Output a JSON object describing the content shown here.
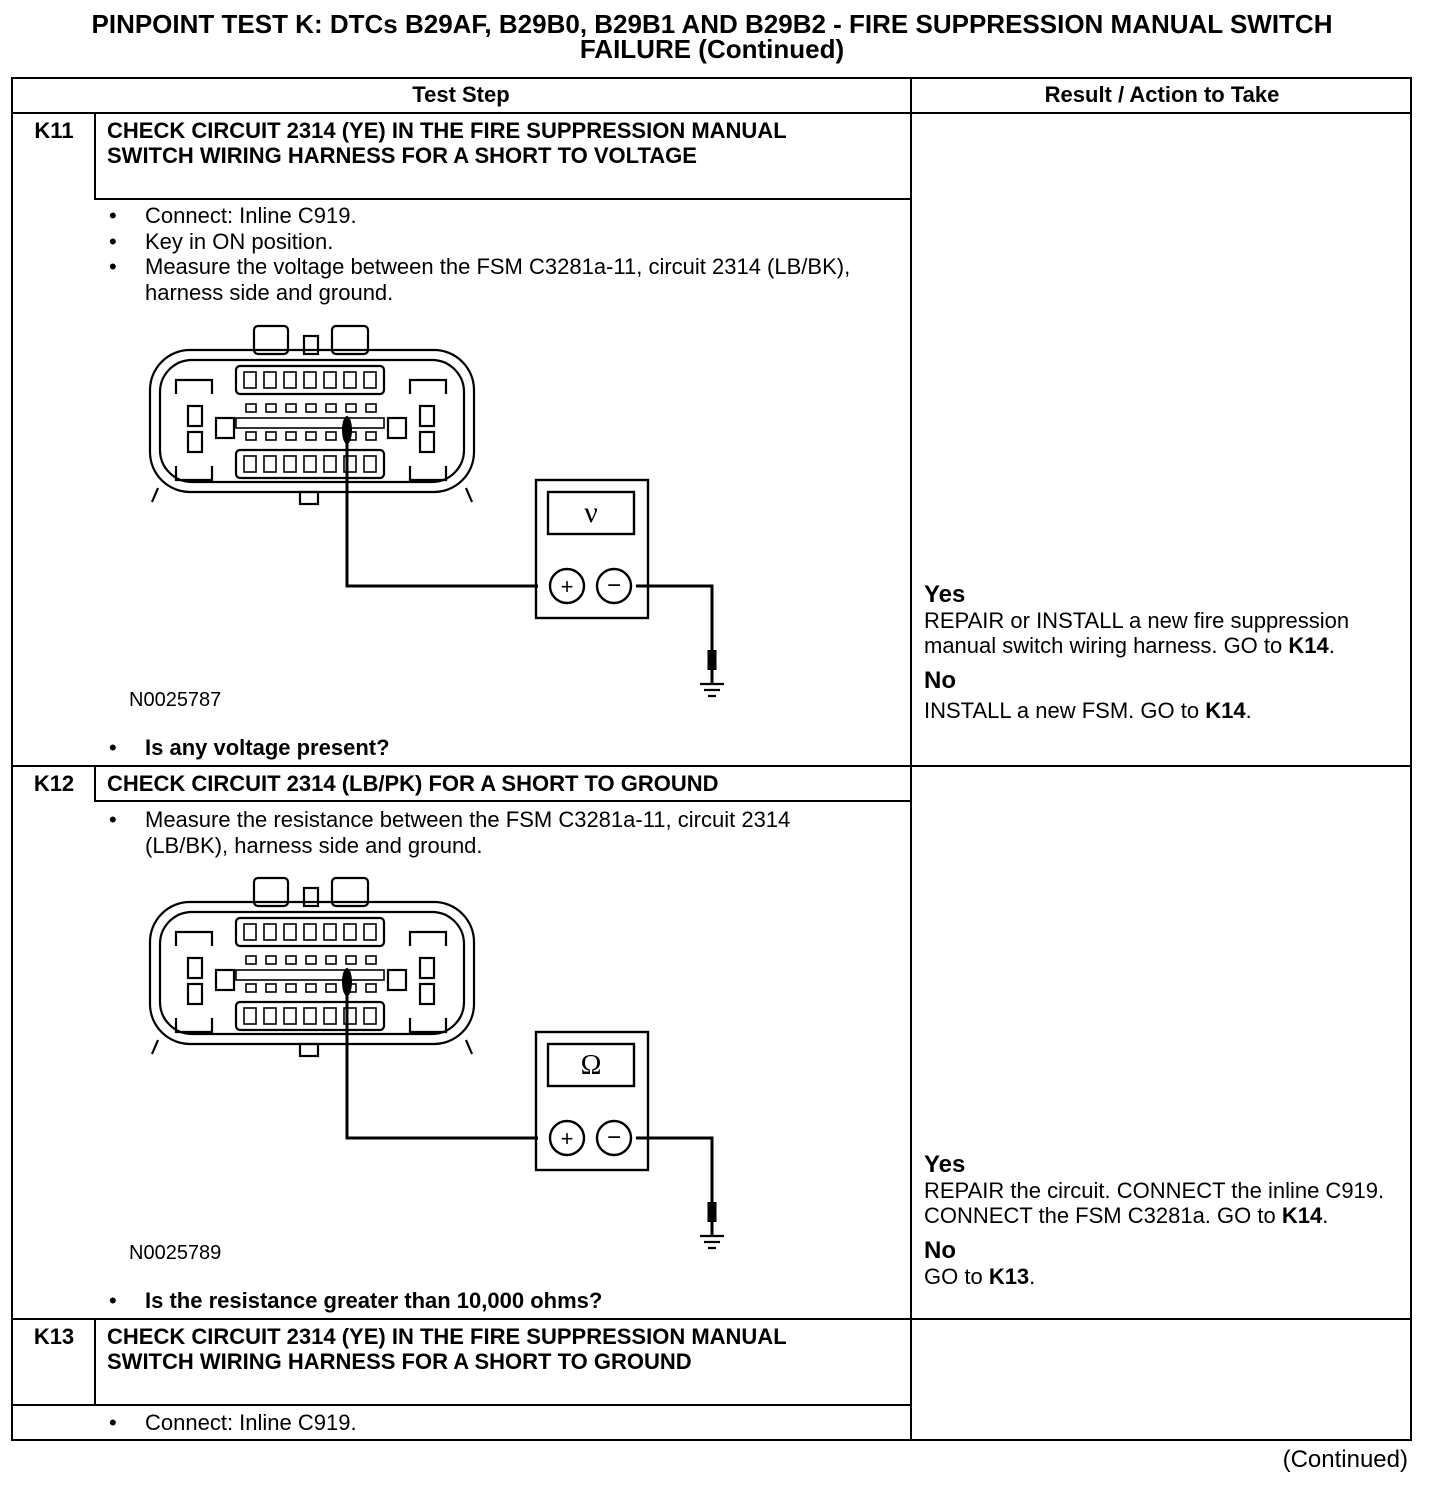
{
  "header": {
    "title_line1": "PINPOINT TEST K: DTCs B29AF, B29B0, B29B1 AND B29B2 - FIRE SUPPRESSION MANUAL SWITCH",
    "title_line2": "FAILURE (Continued)"
  },
  "table": {
    "col_test_step": "Test Step",
    "col_result": "Result / Action to Take"
  },
  "steps": [
    {
      "id": "K11",
      "title": "CHECK CIRCUIT 2314 (YE) IN THE FIRE SUPPRESSION MANUAL SWITCH WIRING HARNESS FOR A SHORT TO VOLTAGE",
      "bullets": [
        "Connect: Inline C919.",
        "Key in ON position.",
        "Measure the voltage between the FSM C3281a-11, circuit 2314 (LB/BK), harness side and ground."
      ],
      "figure_id": "N0025787",
      "meter_symbol": "V",
      "question": "Is any voltage present?",
      "yes_label": "Yes",
      "yes_text": "REPAIR or INSTALL a new fire suppression manual switch wiring harness. GO to",
      "yes_goto": "K14",
      "no_label": "No",
      "no_text": "INSTALL a new FSM. GO to",
      "no_goto": "K14"
    },
    {
      "id": "K12",
      "title": "CHECK CIRCUIT 2314 (LB/PK) FOR A SHORT TO GROUND",
      "bullets": [
        "Measure the resistance between the FSM C3281a-11, circuit 2314 (LB/BK), harness side and ground."
      ],
      "figure_id": "N0025789",
      "meter_symbol": "Ω",
      "question": "Is the resistance greater than 10,000 ohms?",
      "yes_label": "Yes",
      "yes_text": "REPAIR the circuit. CONNECT the inline C919. CONNECT the FSM C3281a. GO to",
      "yes_goto": "K14",
      "no_label": "No",
      "no_text": "GO to",
      "no_goto": "K13"
    },
    {
      "id": "K13",
      "title": "CHECK CIRCUIT 2314 (YE) IN THE FIRE SUPPRESSION MANUAL SWITCH WIRING HARNESS FOR A SHORT TO GROUND",
      "bullets": [
        "Connect: Inline C919."
      ]
    }
  ],
  "footer": {
    "continued": "(Continued)"
  }
}
